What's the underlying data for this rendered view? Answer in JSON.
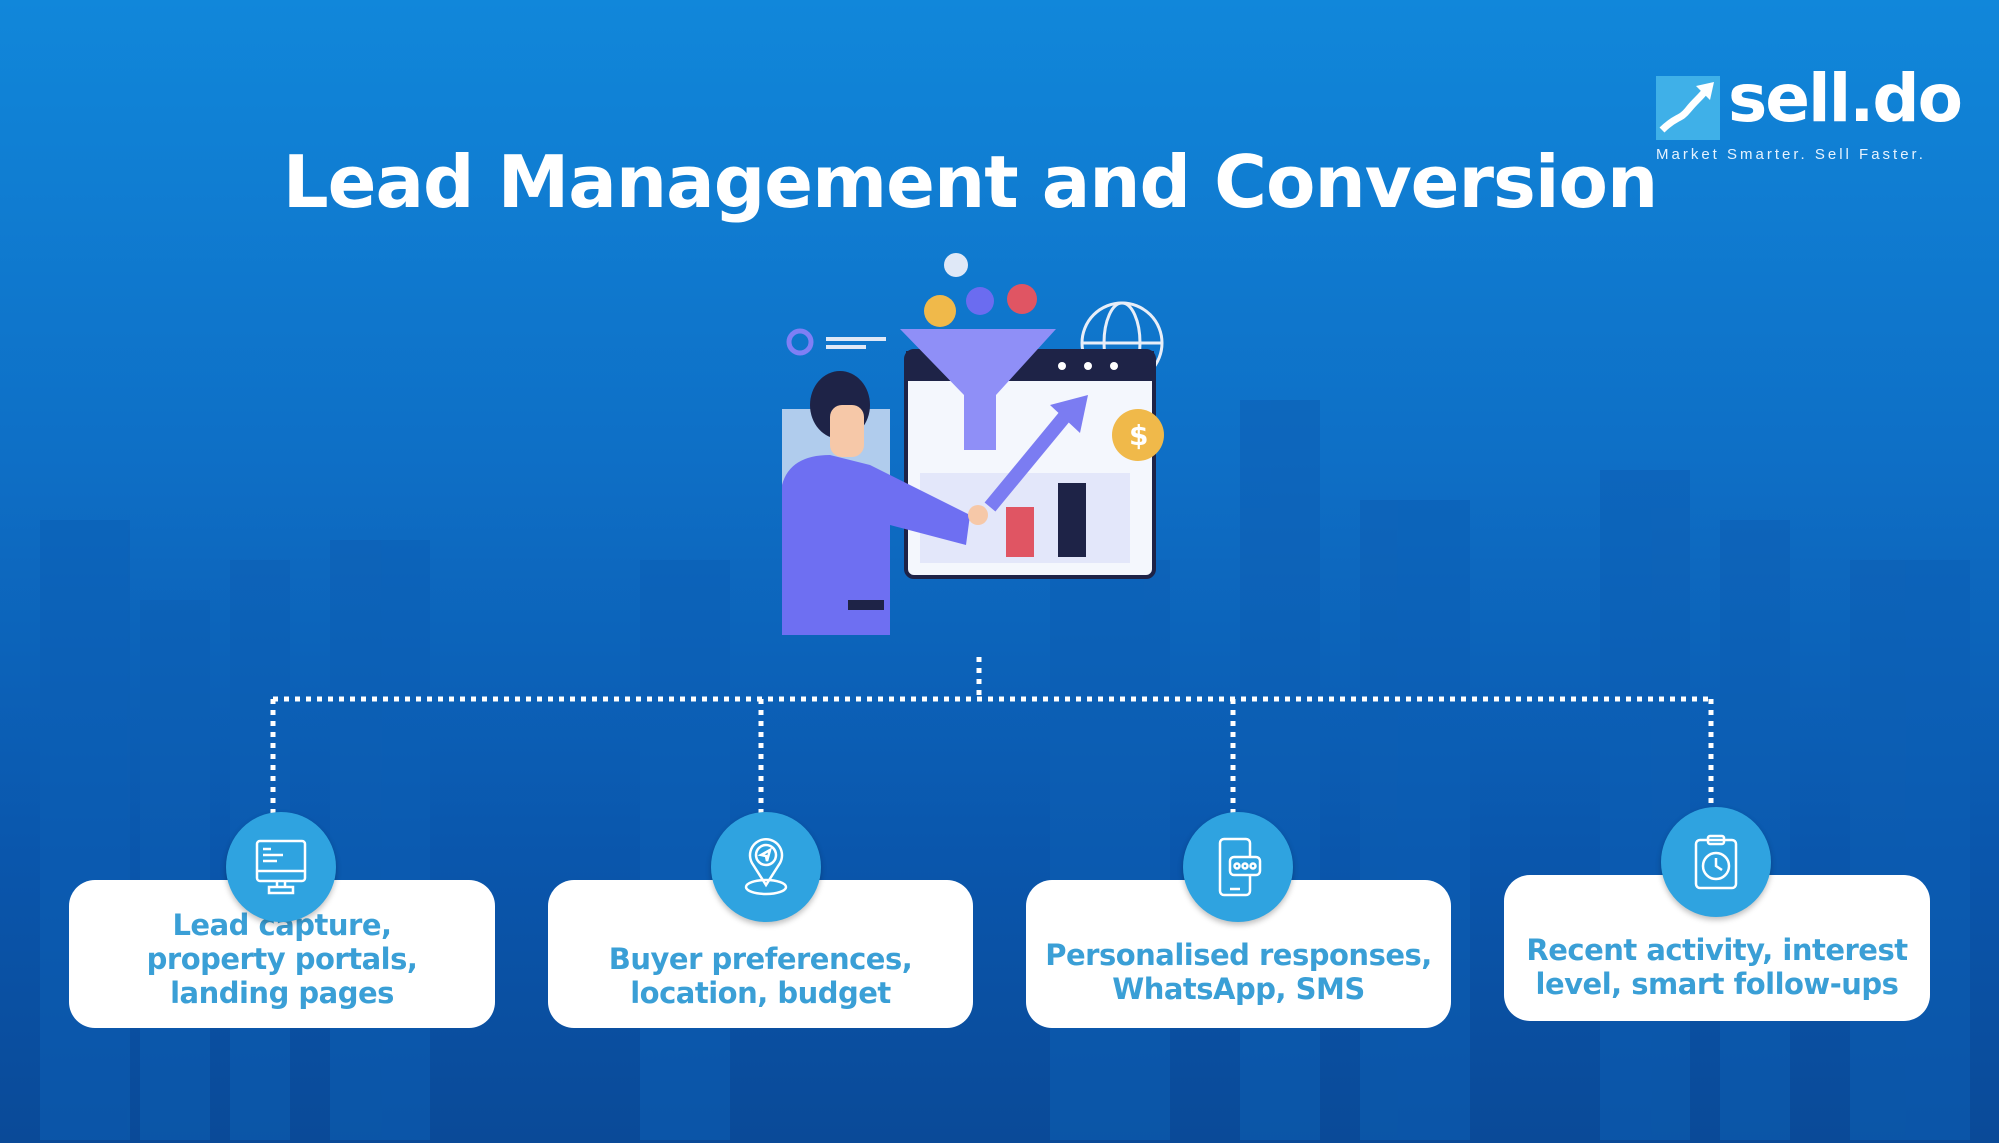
{
  "title": "Lead Management and Conversion",
  "logo": {
    "brand": "sell.do",
    "tagline": "Market Smarter. Sell Faster."
  },
  "steps": [
    {
      "icon": "monitor-icon",
      "text": "Lead capture, property portals, landing pages"
    },
    {
      "icon": "location-pin-icon",
      "text": "Buyer preferences, location, budget"
    },
    {
      "icon": "phone-chat-icon",
      "text": "Personalised responses, WhatsApp, SMS"
    },
    {
      "icon": "clipboard-clock-icon",
      "text": "Recent activity, interest level, smart follow-ups"
    }
  ],
  "colors": {
    "accent": "#2fa3e0",
    "text": "#3a9fd6",
    "bg_top": "#1187da",
    "bg_bottom": "#0a4a98"
  }
}
